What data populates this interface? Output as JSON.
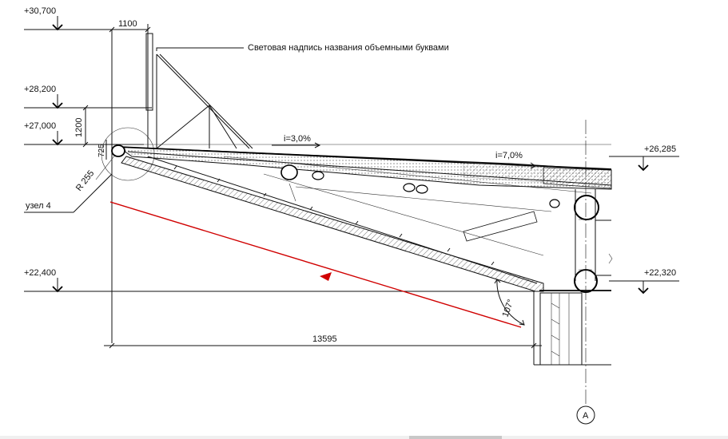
{
  "elevations": {
    "e30700": "+30,700",
    "e28200": "+28,200",
    "e27000": "+27,000",
    "e26285": "+26,285",
    "e22400": "+22,400",
    "e22320": "+22,320"
  },
  "dimensions": {
    "d1100": "1100",
    "d1200": "1200",
    "d725": "725",
    "d13595": "13595"
  },
  "radius": "R 255",
  "angle": "107°",
  "slopes": {
    "slope1": "i=3,0%",
    "slope2": "i=7,0%"
  },
  "node_label": "узел 4",
  "sign_note": "Световая надпись названия объемными буквами",
  "axis_label": "А",
  "colors": {
    "line": "#111111",
    "red_arrow": "#d00000",
    "background": "#ffffff"
  }
}
